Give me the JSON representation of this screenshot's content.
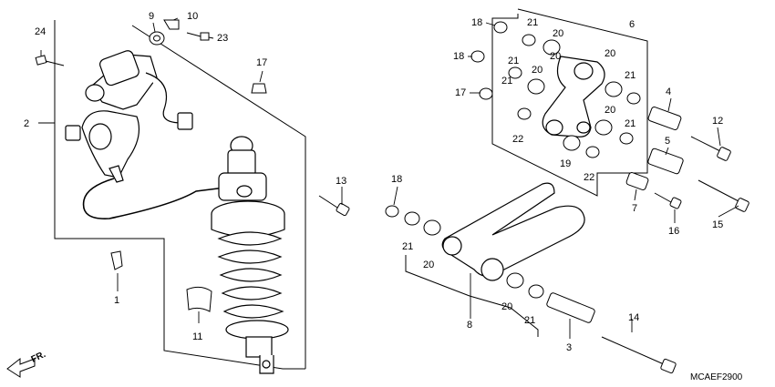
{
  "diagram": {
    "drawing_code": "MCAEF2900",
    "direction_label": "FR.",
    "callouts": [
      {
        "id": "c1",
        "text": "1"
      },
      {
        "id": "c2",
        "text": "2"
      },
      {
        "id": "c9",
        "text": "9"
      },
      {
        "id": "c10",
        "text": "10"
      },
      {
        "id": "c11",
        "text": "11"
      },
      {
        "id": "c13",
        "text": "13"
      },
      {
        "id": "c17a",
        "text": "17"
      },
      {
        "id": "c23",
        "text": "23"
      },
      {
        "id": "c24",
        "text": "24"
      },
      {
        "id": "c18a",
        "text": "18"
      },
      {
        "id": "c18b",
        "text": "18"
      },
      {
        "id": "c17b",
        "text": "17"
      },
      {
        "id": "c21a",
        "text": "21"
      },
      {
        "id": "c21b",
        "text": "21"
      },
      {
        "id": "c21c",
        "text": "21"
      },
      {
        "id": "c20a",
        "text": "20"
      },
      {
        "id": "c20b",
        "text": "20"
      },
      {
        "id": "c20c",
        "text": "20"
      },
      {
        "id": "c6",
        "text": "6"
      },
      {
        "id": "c20d",
        "text": "20"
      },
      {
        "id": "c21d",
        "text": "21"
      },
      {
        "id": "c21e",
        "text": "21"
      },
      {
        "id": "c20e",
        "text": "20"
      },
      {
        "id": "c22a",
        "text": "22"
      },
      {
        "id": "c19",
        "text": "19"
      },
      {
        "id": "c22b",
        "text": "22"
      },
      {
        "id": "c4",
        "text": "4"
      },
      {
        "id": "c12",
        "text": "12"
      },
      {
        "id": "c5",
        "text": "5"
      },
      {
        "id": "c7",
        "text": "7"
      },
      {
        "id": "c16",
        "text": "16"
      },
      {
        "id": "c15",
        "text": "15"
      },
      {
        "id": "c18c",
        "text": "18"
      },
      {
        "id": "c21f",
        "text": "21"
      },
      {
        "id": "c20f",
        "text": "20"
      },
      {
        "id": "c8",
        "text": "8"
      },
      {
        "id": "c20g",
        "text": "20"
      },
      {
        "id": "c21g",
        "text": "21"
      },
      {
        "id": "c3",
        "text": "3"
      },
      {
        "id": "c14",
        "text": "14"
      }
    ]
  }
}
